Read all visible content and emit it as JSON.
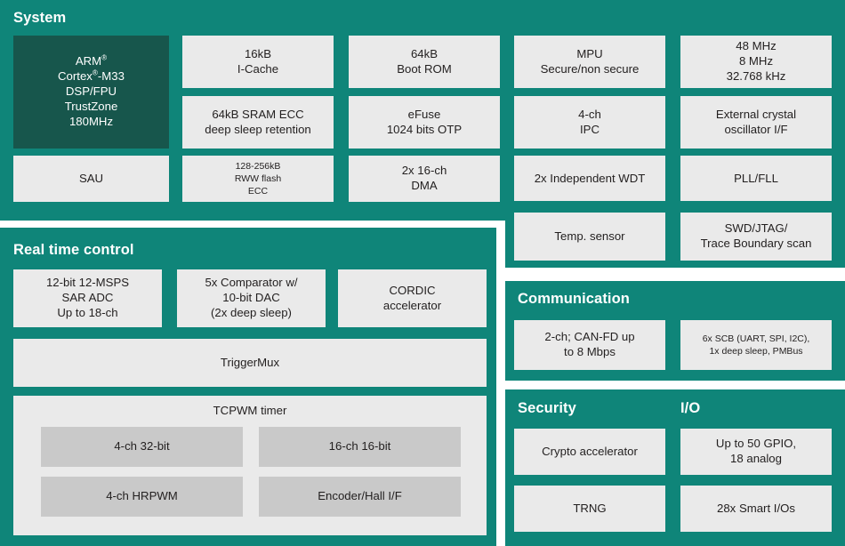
{
  "colors": {
    "panel_teal": "#0f8579",
    "cpu_dark_green": "#17564c",
    "cell_light_gray": "#eaeaea",
    "cell_mid_gray": "#c9c9c9",
    "page_background": "#ffffff",
    "title_text": "#ffffff",
    "cell_text": "#221f1f"
  },
  "panels": {
    "system": {
      "title": "System",
      "cells": {
        "cpu": "ARM®\nCortex®-M33\nDSP/FPU\nTrustZone\n180MHz",
        "icache": "16kB\nI-Cache",
        "sram": "64kB SRAM ECC\ndeep sleep retention",
        "bootrom": "64kB\nBoot ROM",
        "efuse": "eFuse\n1024 bits OTP",
        "mpu": "MPU\nSecure/non secure",
        "ipc": "4-ch\nIPC",
        "clocks": "48 MHz\n8 MHz\n32.768 kHz",
        "xtal": "External crystal\noscillator I/F",
        "sau": "SAU",
        "flash": "128-256kB\nRWW flash\nECC",
        "dma": "2x 16-ch\nDMA",
        "wdt": "2x Independent WDT",
        "pll": "PLL/FLL",
        "temp": "Temp. sensor",
        "debug": "SWD/JTAG/\nTrace Boundary scan"
      }
    },
    "real_time_control": {
      "title": "Real time control",
      "cells": {
        "adc": "12-bit 12-MSPS\nSAR ADC\nUp to 18-ch",
        "comparator": "5x Comparator w/\n10-bit DAC\n(2x deep sleep)",
        "cordic": "CORDIC\naccelerator",
        "triggermux": "TriggerMux",
        "tcpwm": "TCPWM timer",
        "tcpwm_sub": [
          "4-ch 32-bit",
          "16-ch 16-bit",
          "4-ch HRPWM",
          "Encoder/Hall I/F"
        ]
      }
    },
    "communication": {
      "title": "Communication",
      "cells": {
        "can": "2-ch; CAN-FD up\nto 8 Mbps",
        "scb": "6x SCB (UART, SPI, I2C),\n1x deep sleep, PMBus"
      }
    },
    "security": {
      "title": "Security",
      "cells": {
        "crypto": "Crypto accelerator",
        "trng": "TRNG"
      }
    },
    "io": {
      "title": "I/O",
      "cells": {
        "gpio": "Up to 50 GPIO,\n18 analog",
        "smart_io": "28x Smart I/Os"
      }
    }
  }
}
